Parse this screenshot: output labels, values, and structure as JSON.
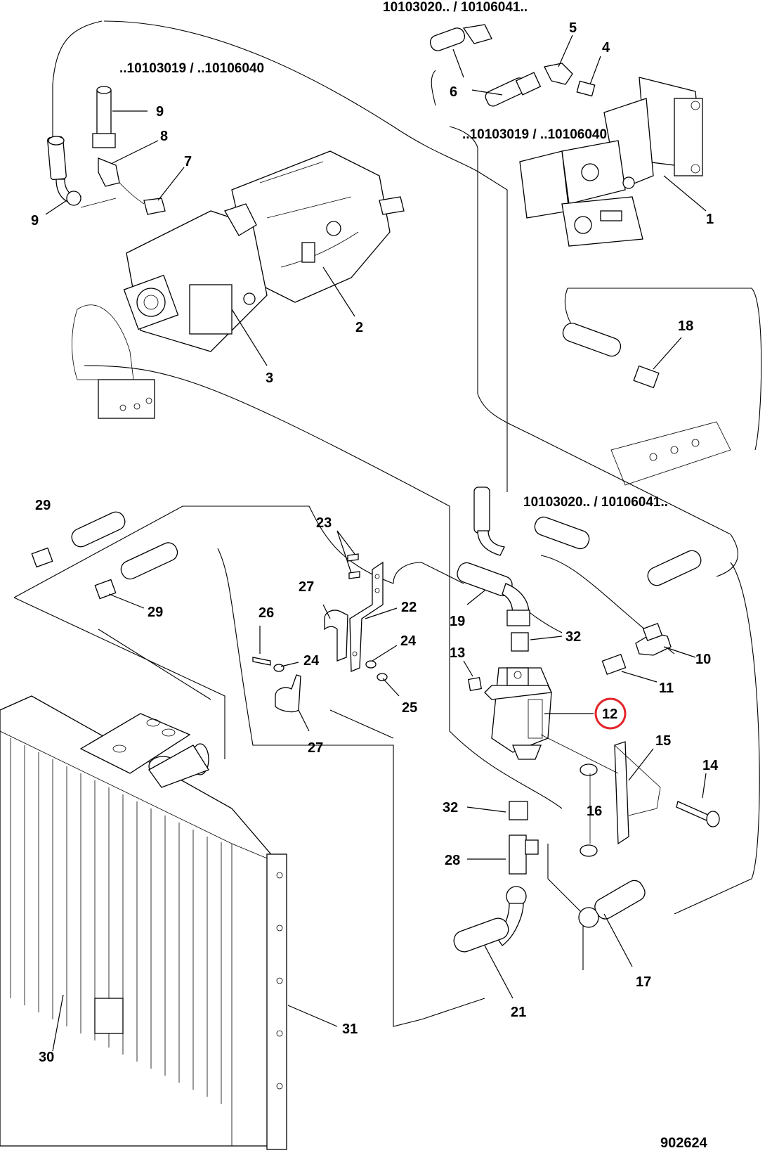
{
  "diagram": {
    "drawing_number": "902624",
    "serial_ranges": [
      "10103020.. / 10106041..",
      "..10103019 / ..10106040",
      "..10103019 / ..10106040",
      "10103020.. / 10106041.."
    ],
    "callouts": [
      {
        "id": "c1",
        "text": "1"
      },
      {
        "id": "c2",
        "text": "2"
      },
      {
        "id": "c3",
        "text": "3"
      },
      {
        "id": "c4",
        "text": "4"
      },
      {
        "id": "c5",
        "text": "5"
      },
      {
        "id": "c6",
        "text": "6"
      },
      {
        "id": "c7",
        "text": "7"
      },
      {
        "id": "c8",
        "text": "8"
      },
      {
        "id": "c9a",
        "text": "9"
      },
      {
        "id": "c9b",
        "text": "9"
      },
      {
        "id": "c10",
        "text": "10"
      },
      {
        "id": "c11",
        "text": "11"
      },
      {
        "id": "c12",
        "text": "12"
      },
      {
        "id": "c13",
        "text": "13"
      },
      {
        "id": "c14",
        "text": "14"
      },
      {
        "id": "c15",
        "text": "15"
      },
      {
        "id": "c16",
        "text": "16"
      },
      {
        "id": "c17",
        "text": "17"
      },
      {
        "id": "c18",
        "text": "18"
      },
      {
        "id": "c19",
        "text": "19"
      },
      {
        "id": "c21",
        "text": "21"
      },
      {
        "id": "c22",
        "text": "22"
      },
      {
        "id": "c23",
        "text": "23"
      },
      {
        "id": "c24a",
        "text": "24"
      },
      {
        "id": "c24b",
        "text": "24"
      },
      {
        "id": "c25",
        "text": "25"
      },
      {
        "id": "c26",
        "text": "26"
      },
      {
        "id": "c27a",
        "text": "27"
      },
      {
        "id": "c27b",
        "text": "27"
      },
      {
        "id": "c28",
        "text": "28"
      },
      {
        "id": "c29a",
        "text": "29"
      },
      {
        "id": "c29b",
        "text": "29"
      },
      {
        "id": "c30",
        "text": "30"
      },
      {
        "id": "c31",
        "text": "31"
      },
      {
        "id": "c32a",
        "text": "32"
      },
      {
        "id": "c32b",
        "text": "32"
      }
    ],
    "highlight": {
      "target": "12",
      "color": "#e3262b"
    }
  }
}
